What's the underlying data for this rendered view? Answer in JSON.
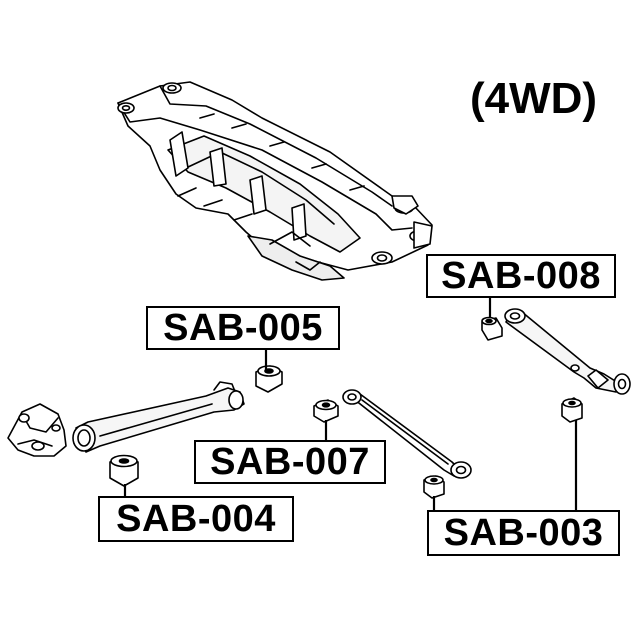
{
  "title": "(4WD)",
  "labels": [
    {
      "id": "sab-008",
      "text": "SAB-008"
    },
    {
      "id": "sab-005",
      "text": "SAB-005"
    },
    {
      "id": "sab-007",
      "text": "SAB-007"
    },
    {
      "id": "sab-004",
      "text": "SAB-004"
    },
    {
      "id": "sab-003",
      "text": "SAB-003"
    }
  ],
  "colors": {
    "ink": "#000000",
    "paper": "#ffffff",
    "shade": "#dcdcdc"
  }
}
